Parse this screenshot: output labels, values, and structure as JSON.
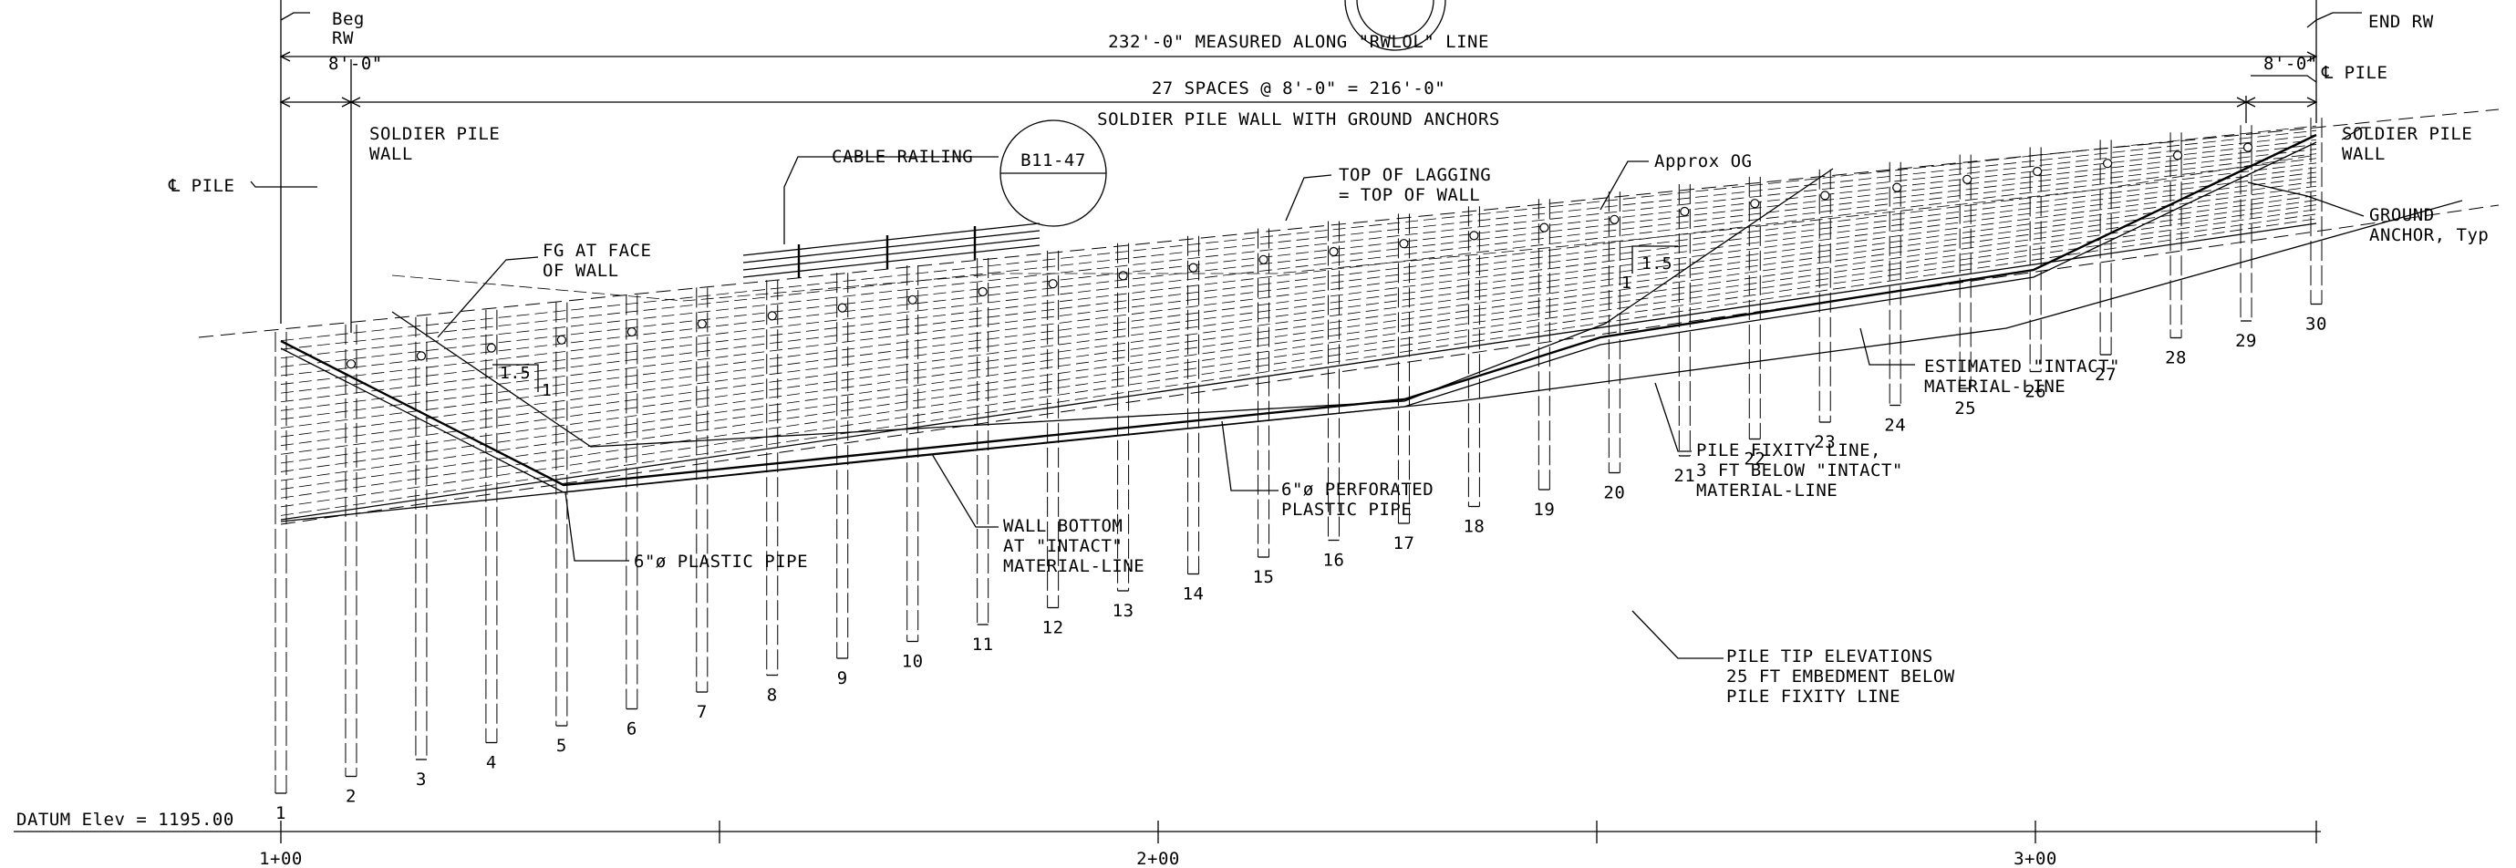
{
  "labels": {
    "beg_rw": [
      "Beg",
      "RW"
    ],
    "end_rw": "END RW",
    "overall_dim": "232'-0\" MEASURED ALONG \"RWLOL\" LINE",
    "end_space_left": "8'-0\"",
    "end_space_right": "8'-0\"",
    "spaces_dim": "27 SPACES @ 8'-0\" = 216'-0\"",
    "wall_type": "SOLDIER PILE WALL WITH GROUND ANCHORS",
    "cl_pile_left": "℄ PILE",
    "cl_pile_right": "℄ PILE",
    "soldier_pile_wall_left": [
      "SOLDIER PILE",
      "WALL"
    ],
    "soldier_pile_wall_right": [
      "SOLDIER PILE",
      "WALL"
    ],
    "cable_railing": "CABLE RAILING",
    "detail_ref": "B11-47",
    "top_of_lagging": [
      "TOP OF LAGGING",
      "= TOP OF WALL"
    ],
    "approx_og": "Approx OG",
    "fg_at_face": [
      "FG AT FACE",
      "OF WALL"
    ],
    "ground_anchor": [
      "GROUND",
      "ANCHOR, Typ"
    ],
    "estimated_intact": [
      "ESTIMATED \"INTACT\"",
      "MATERIAL-LINE"
    ],
    "pile_fixity": [
      "PILE FIXITY LINE,",
      "3 FT BELOW \"INTACT\"",
      "MATERIAL-LINE"
    ],
    "perforated_pipe": [
      "6\"ø PERFORATED",
      "PLASTIC PIPE"
    ],
    "wall_bottom": [
      "WALL BOTTOM",
      "AT \"INTACT\"",
      "MATERIAL-LINE"
    ],
    "plastic_pipe": "6\"ø PLASTIC PIPE",
    "pile_tip": [
      "PILE TIP ELEVATIONS",
      "25 FT EMBEDMENT BELOW",
      "PILE FIXITY LINE"
    ],
    "slope_run": "1.5",
    "slope_rise": "1",
    "datum": "DATUM Elev = 1195.00"
  },
  "stations": [
    "1+00",
    "2+00",
    "3+00"
  ],
  "pile_numbers": [
    "1",
    "2",
    "3",
    "4",
    "5",
    "6",
    "7",
    "8",
    "9",
    "10",
    "11",
    "12",
    "13",
    "14",
    "15",
    "16",
    "17",
    "18",
    "19",
    "20",
    "21",
    "22",
    "23",
    "24",
    "25",
    "26",
    "27",
    "28",
    "29",
    "30"
  ]
}
